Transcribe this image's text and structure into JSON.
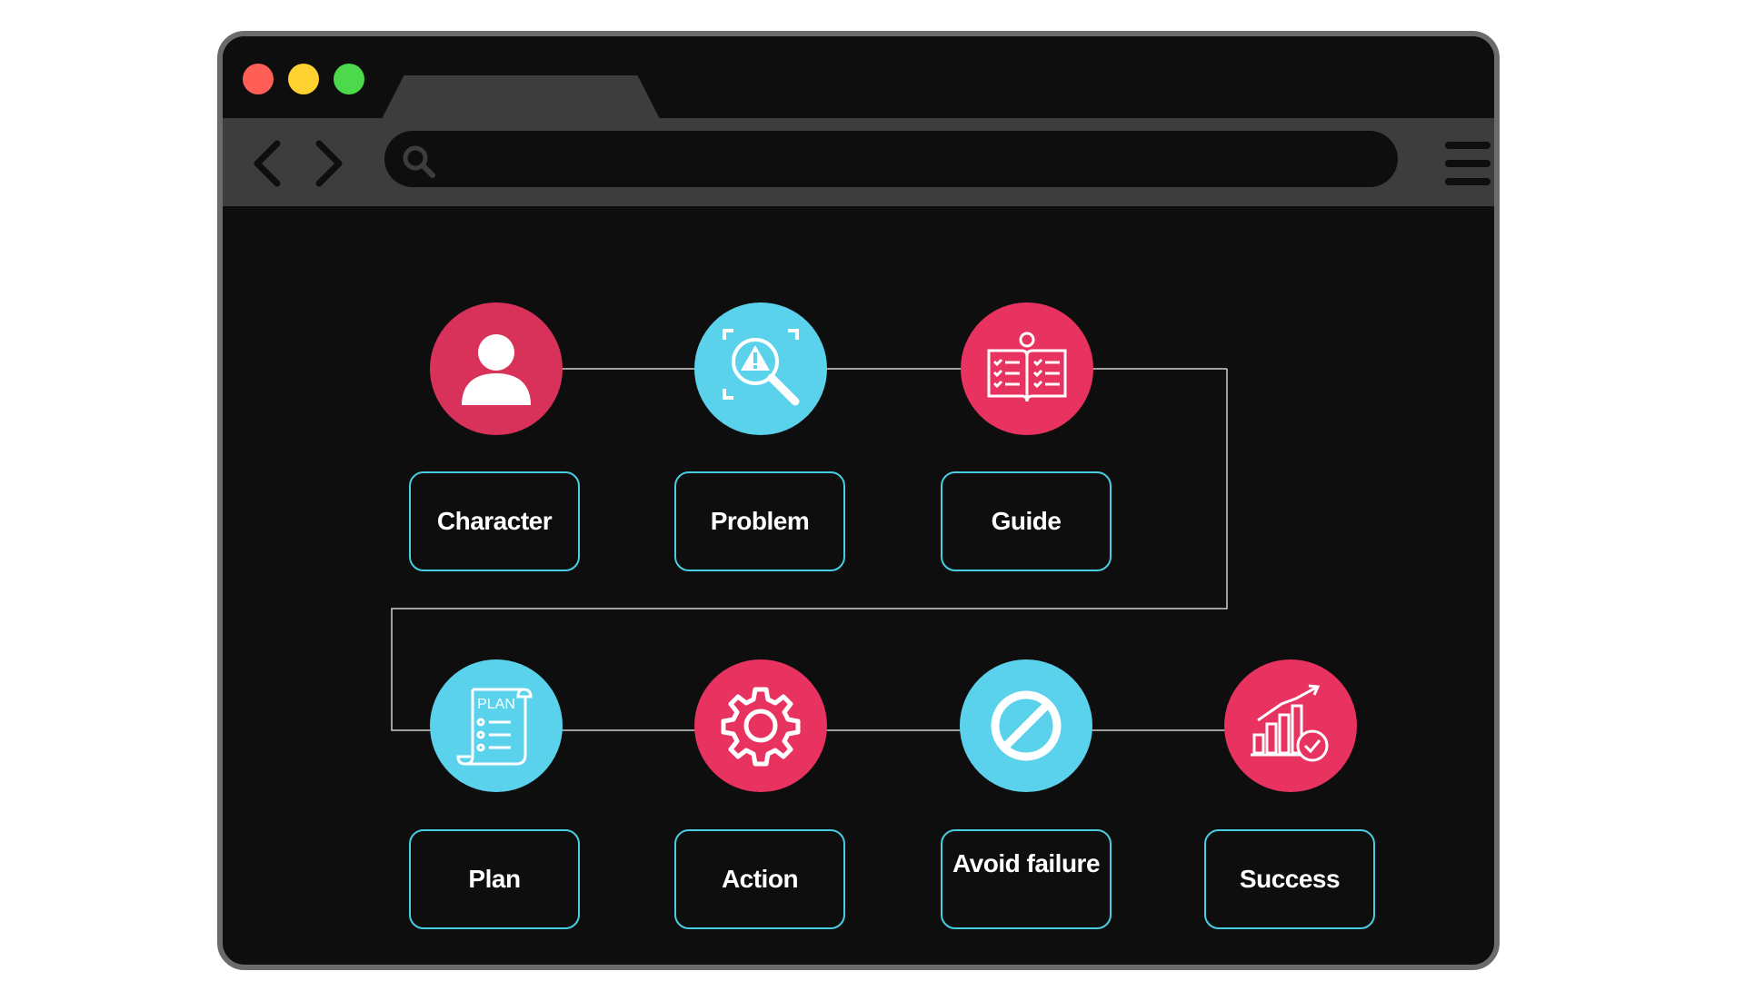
{
  "window": {
    "traffic_lights": [
      "#ff5f57",
      "#fdd12f",
      "#4cd94c"
    ],
    "frame_color": "#6b6b6b",
    "background": "#0e0e0e",
    "toolbar_color": "#3d3d3d"
  },
  "toolbar": {
    "back_icon": "chevron-left-icon",
    "forward_icon": "chevron-right-icon",
    "search_icon": "search-icon",
    "address_value": "",
    "menu_icon": "hamburger-menu-icon"
  },
  "diagram": {
    "accent_border": "#49cde3",
    "connector_color": "#cfcfcf",
    "steps": [
      {
        "label": "Character",
        "icon": "user-icon",
        "color": "#d8325b"
      },
      {
        "label": "Problem",
        "icon": "magnifier-warning-icon",
        "color": "#5ad2ec"
      },
      {
        "label": "Guide",
        "icon": "open-book-checklist-icon",
        "color": "#e83360"
      },
      {
        "label": "Plan",
        "icon": "plan-scroll-icon",
        "color": "#5ad2ec"
      },
      {
        "label": "Action",
        "icon": "gear-icon",
        "color": "#e83360"
      },
      {
        "label": "Avoid failure",
        "icon": "prohibited-icon",
        "color": "#5ad2ec"
      },
      {
        "label": "Success",
        "icon": "growth-chart-check-icon",
        "color": "#e83360"
      }
    ]
  }
}
